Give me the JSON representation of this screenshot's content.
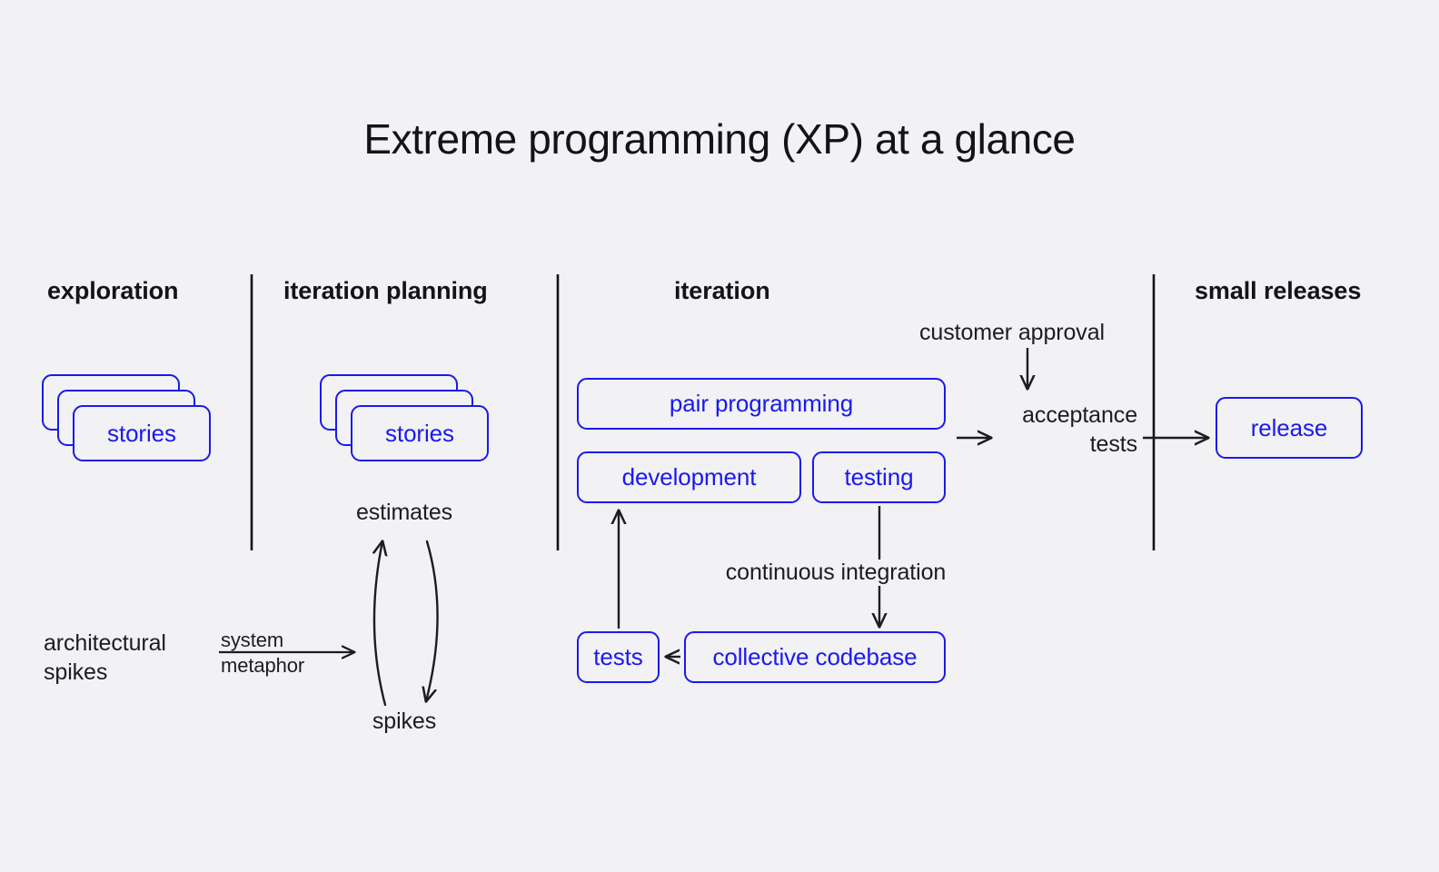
{
  "page": {
    "title": "Extreme programming (XP) at a glance",
    "background_color": "#F2F1F4",
    "accent_color": "#1A1AEE",
    "text_color": "#14131A"
  },
  "columns": [
    {
      "id": "exploration",
      "label": "exploration"
    },
    {
      "id": "iteration-planning",
      "label": "iteration planning"
    },
    {
      "id": "iteration",
      "label": "iteration"
    },
    {
      "id": "small-releases",
      "label": "small releases"
    }
  ],
  "exploration": {
    "stories_label": "stories",
    "architectural_spikes_line1": "architectural",
    "architectural_spikes_line2": "spikes"
  },
  "iteration_planning": {
    "stories_label": "stories",
    "estimates_label": "estimates",
    "spikes_label": "spikes",
    "system_metaphor_line1": "system",
    "system_metaphor_line2": "metaphor"
  },
  "iteration": {
    "pair_programming_label": "pair programming",
    "development_label": "development",
    "testing_label": "testing",
    "tests_label": "tests",
    "collective_codebase_label": "collective codebase",
    "continuous_integration_label": "continuous integration",
    "customer_approval_label": "customer approval",
    "acceptance_tests_line1": "acceptance",
    "acceptance_tests_line2": "tests"
  },
  "small_releases": {
    "release_label": "release"
  },
  "icons": {
    "arrow_right": "arrow-right-icon",
    "arrow_left": "arrow-left-icon",
    "arrow_up": "arrow-up-icon",
    "arrow_down": "arrow-down-icon",
    "cycle_arrows": "cycle-arrows-icon"
  }
}
